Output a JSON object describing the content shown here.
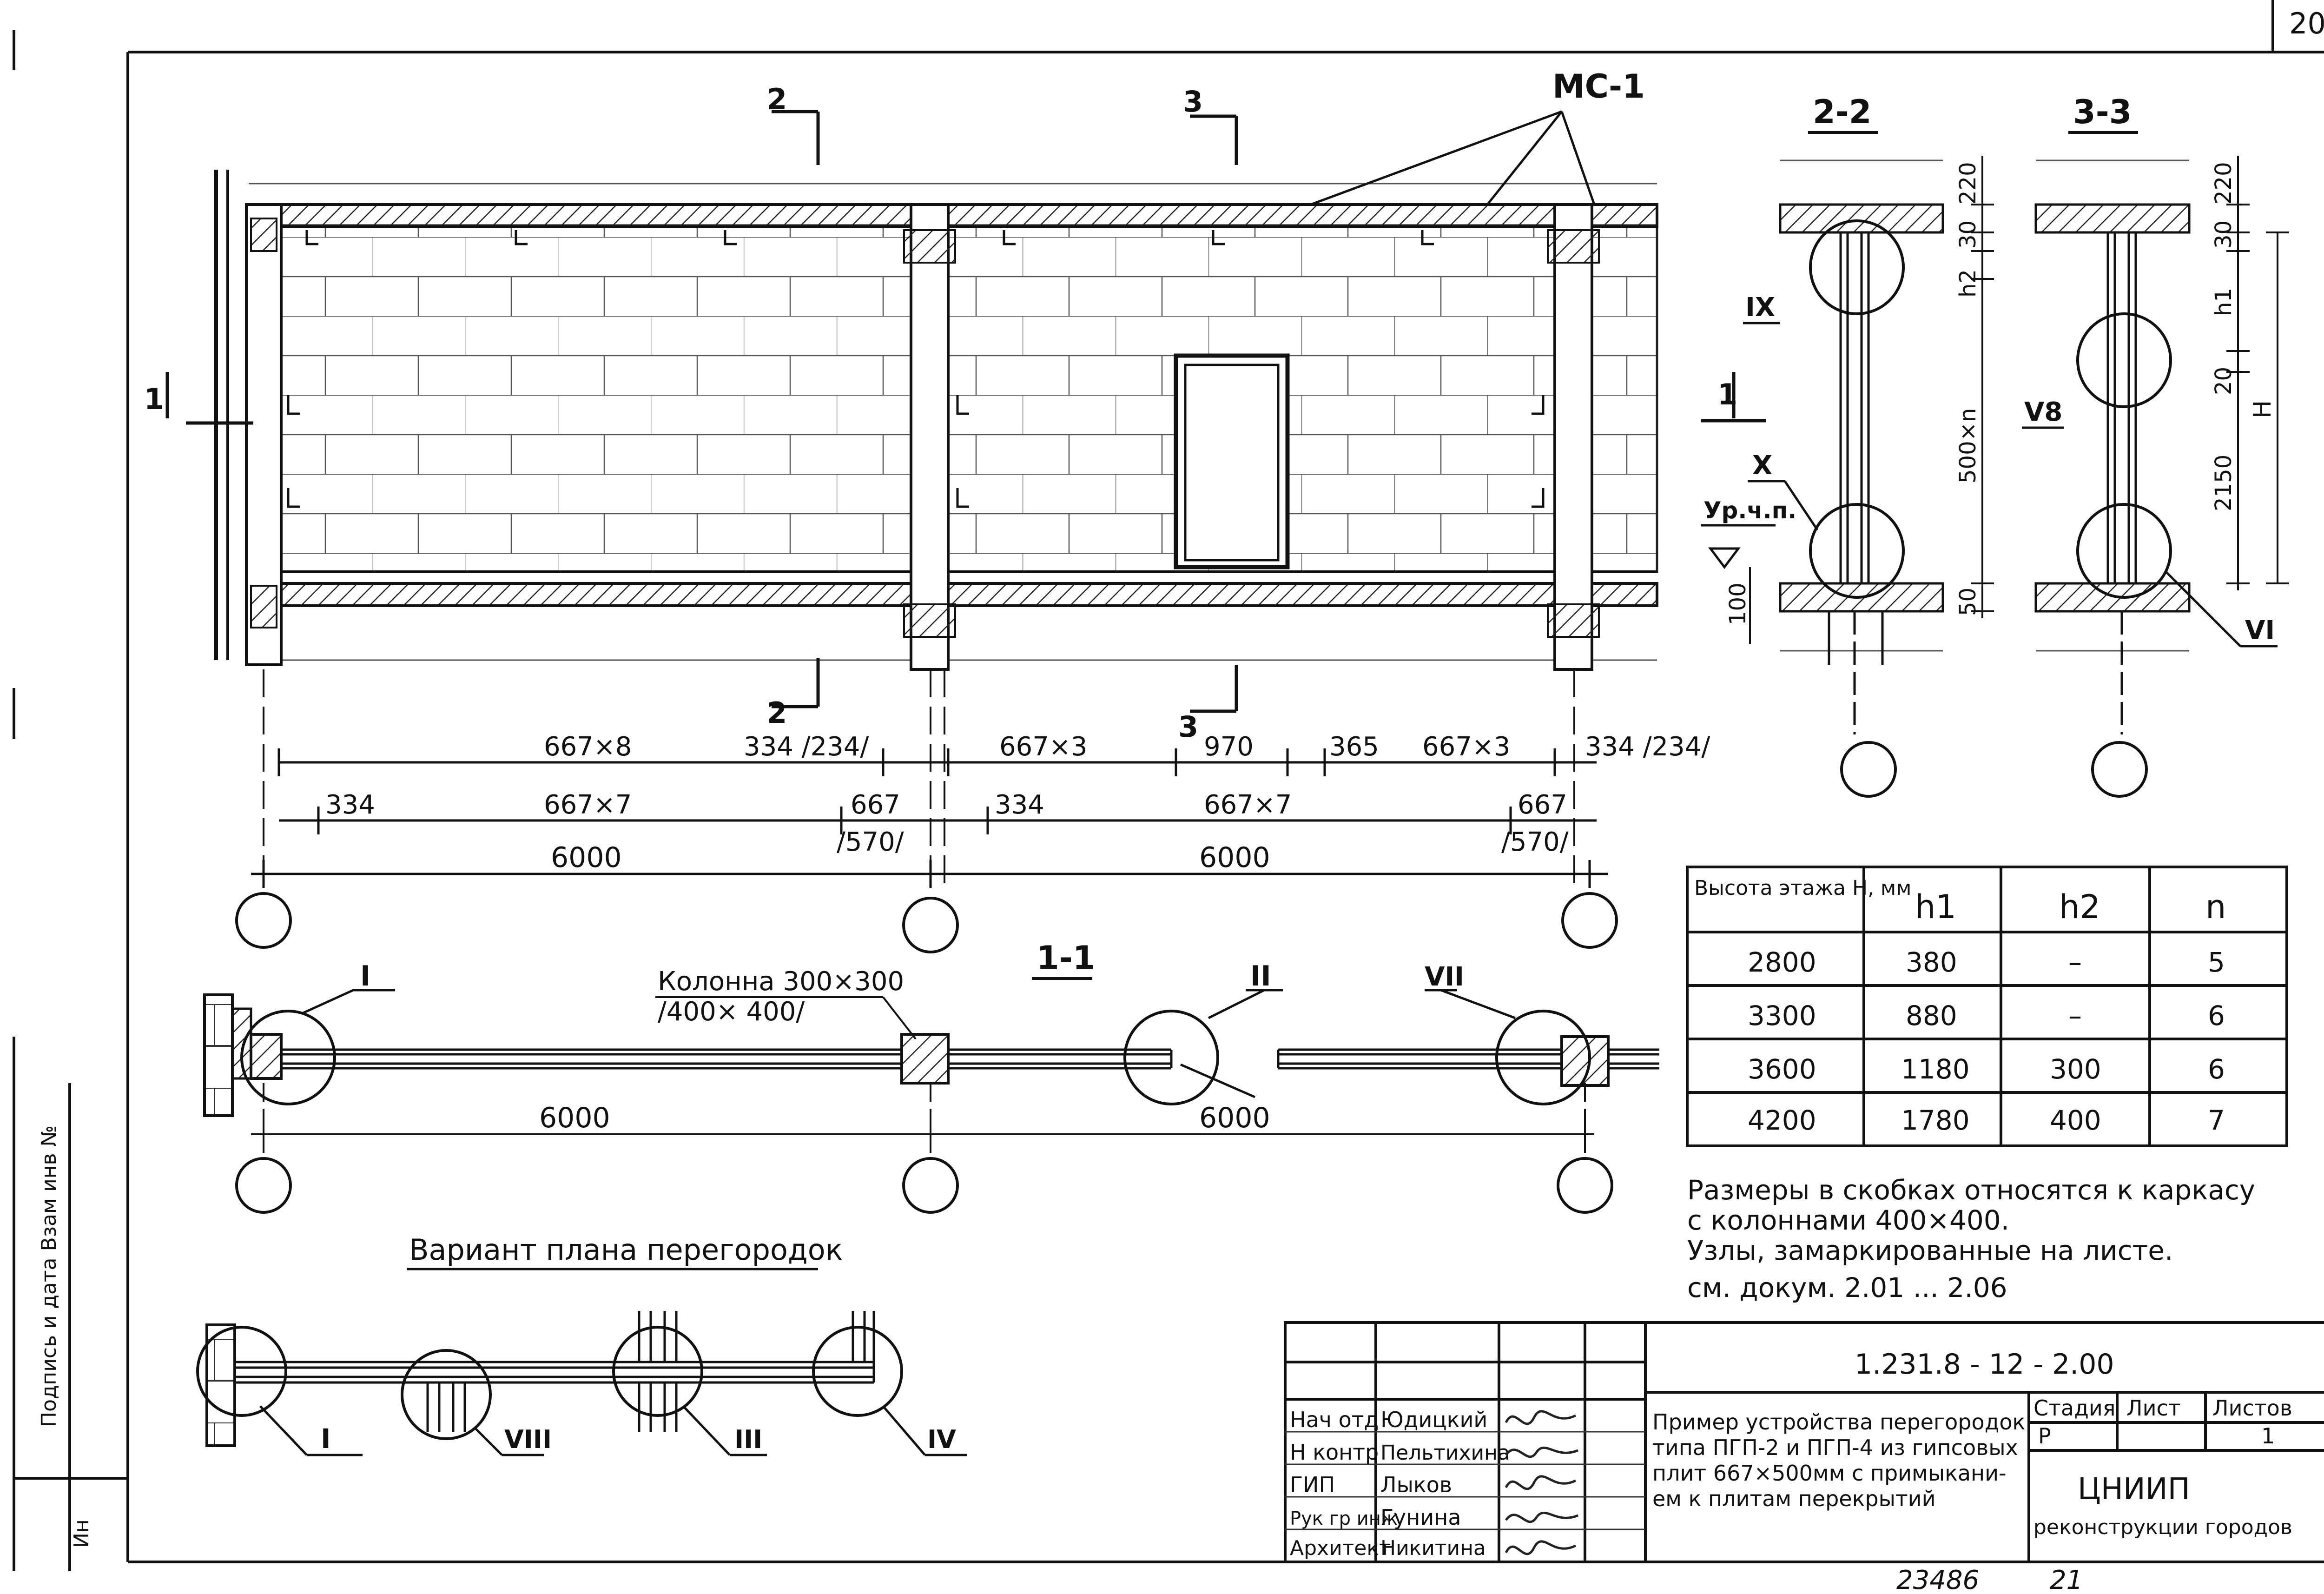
{
  "sheet_number": "20",
  "section_marks": {
    "cut_2": "2",
    "cut_3": "3",
    "cut_1": "1",
    "section_2_2": "2-2",
    "section_3_3": "3-3",
    "section_1_1": "1-1",
    "mc_label": "МС-1"
  },
  "dimensions": {
    "top_row": [
      "667×8",
      "334 /234/",
      "667×3",
      "970",
      "365",
      "667×3",
      "334 /234/"
    ],
    "bottom_row": [
      "334",
      "667×7",
      "667",
      "/570/",
      "334",
      "667×7",
      "667",
      "/570/"
    ],
    "span_left": "6000",
    "span_right": "6000",
    "plan_span_left": "6000",
    "plan_span_right": "6000",
    "section_2_2": [
      "220",
      "30",
      "h2",
      "500×n",
      "50",
      "100"
    ],
    "section_3_3": [
      "220",
      "30",
      "h1",
      "20",
      "2150",
      "H"
    ],
    "level_label": "Ур.ч.п."
  },
  "nodes": {
    "IX": "IX",
    "X": "X",
    "V8": "V8",
    "VI": "VI",
    "I": "I",
    "II": "II",
    "VII": "VII",
    "opt_I": "I",
    "opt_VIII": "VIII",
    "opt_III": "III",
    "opt_IV": "IV"
  },
  "column_label_1": "Колонна 300×300",
  "column_label_2": "/400× 400/",
  "variant_title": "Вариант плана перегородок",
  "height_table": {
    "headers": [
      "Высота этажа Н, мм",
      "h1",
      "h2",
      "n"
    ],
    "rows": [
      [
        "2800",
        "380",
        "–",
        "5"
      ],
      [
        "3300",
        "880",
        "–",
        "6"
      ],
      [
        "3600",
        "1180",
        "300",
        "6"
      ],
      [
        "4200",
        "1780",
        "400",
        "7"
      ]
    ]
  },
  "notes": [
    "Размеры в скобках относятся к каркасу",
    "с колоннами 400×400.",
    "Узлы, замаркированные на листе.",
    "см. докум. 2.01 ... 2.06"
  ],
  "side_stamp": "Подпись и дата Взам инв №",
  "side_stamp2": "Ин",
  "title_block": {
    "doc_code": "1.231.8 - 12 - 2.00",
    "roles": [
      "Нач отд",
      "Н контр",
      "ГИП",
      "Рук гр инж",
      "Архитект"
    ],
    "names": [
      "Юдицкий",
      "Пельтихина",
      "Лыков",
      "Гунина",
      "Никитина"
    ],
    "title_lines": [
      "Пример устройства перегородок",
      "типа ПГП-2 и ПГП-4 из гипсовых",
      "плит 667×500мм с примыкани-",
      "ем к плитам перекрытий"
    ],
    "col_stage": "Стадия",
    "col_sheet": "Лист",
    "col_sheets": "Листов",
    "stage": "Р",
    "sheets": "1",
    "org1": "ЦНИИП",
    "org2": "реконструкции городов"
  },
  "bottom_numbers": [
    "23486",
    "21"
  ]
}
